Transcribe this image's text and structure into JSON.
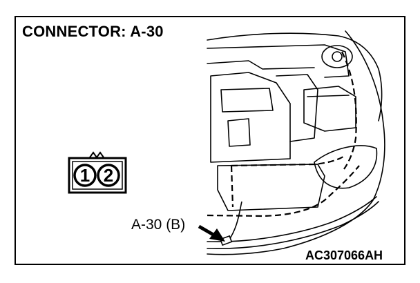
{
  "title": "CONNECTOR: A-30",
  "connector": {
    "pins": [
      "1",
      "2"
    ]
  },
  "callout": {
    "label": "A-30 (B)"
  },
  "figure_code": "AC307066AH",
  "colors": {
    "ink": "#000000",
    "paper": "#ffffff"
  }
}
